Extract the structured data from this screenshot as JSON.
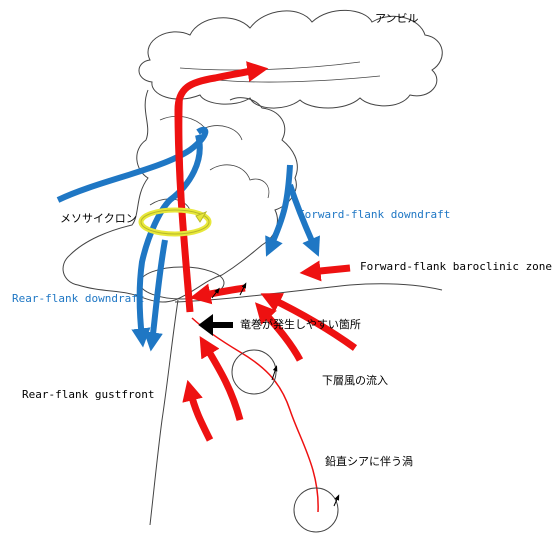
{
  "labels": {
    "anvil": "アンビル",
    "mesocyclone": "メソサイクロン",
    "forward_flank_downdraft": "Forward-flank downdraft",
    "forward_flank_baroclinic_zone": "Forward-flank baroclinic zone",
    "rear_flank_downdraft": "Rear-flank downdraft",
    "tornado_prone_area": "竜巻が発生しやすい箇所",
    "rear_flank_gustfront": "Rear-flank gustfront",
    "low_level_inflow": "下層風の流入",
    "vertical_shear_vortex": "鉛直シアに伴う渦"
  },
  "colors": {
    "updraft_inflow": "#ee1111",
    "downdraft": "#1f77c4",
    "blue_text": "#1f77c4",
    "mesocyclone_ring": "#e8e83a",
    "outline": "#444444",
    "pointer": "#000000"
  }
}
